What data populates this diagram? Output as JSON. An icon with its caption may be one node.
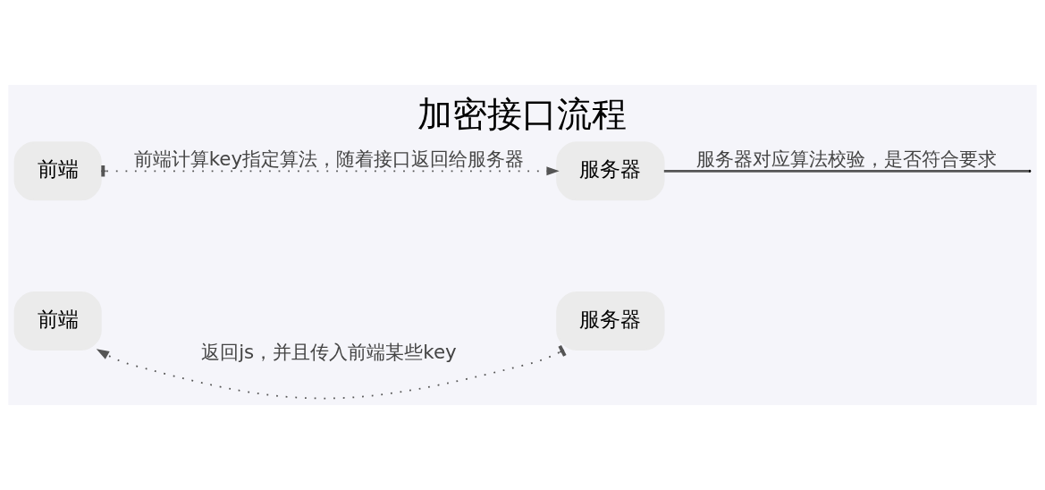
{
  "diagram": {
    "title": "加密接口流程",
    "nodes": [
      {
        "text": [
          "前端"
        ]
      },
      {
        "text": [
          "服务器"
        ]
      },
      {
        "text": [
          "前端"
        ]
      },
      {
        "text": [
          "服务器"
        ]
      }
    ],
    "edges": [
      {
        "from": 1,
        "to": 0,
        "arrow": "to",
        "label": "返回js，并且传入前端某些key",
        "style": "dashed"
      },
      {
        "from": 2,
        "to": 3,
        "arrow": "to",
        "label": "前端计算key指定算法，随着接口返回给服务器",
        "style": "dashed"
      },
      {
        "from": 3,
        "to": null,
        "arrow": "none",
        "label": "服务器对应算法校验，是否符合要求"
      }
    ]
  }
}
